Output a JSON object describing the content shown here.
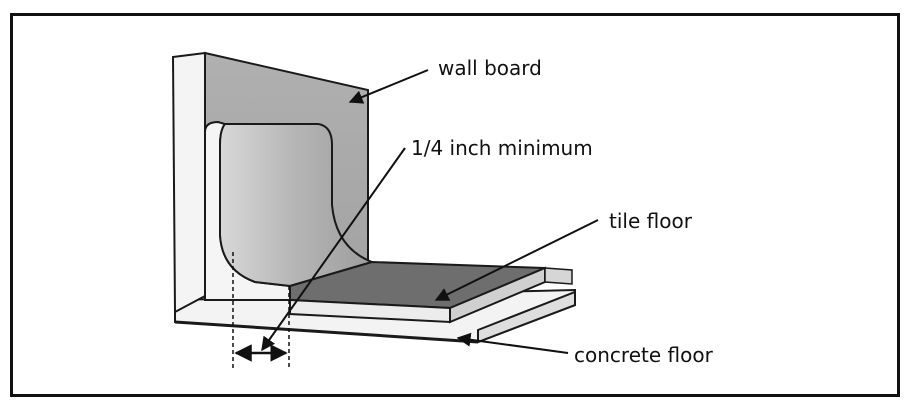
{
  "labels": {
    "wall_board": "wall board",
    "minimum": "1/4 inch minimum",
    "tile_floor": "tile floor",
    "concrete_floor": "concrete floor"
  },
  "colors": {
    "frame": "#111111",
    "wall_face": "#a9a9a9",
    "wall_light": "#f2f2f2",
    "cove": "#c9c9c9",
    "tile_top": "#6b6b6b",
    "slab_top": "#e8e8e8",
    "outline": "#1a1a1a"
  }
}
